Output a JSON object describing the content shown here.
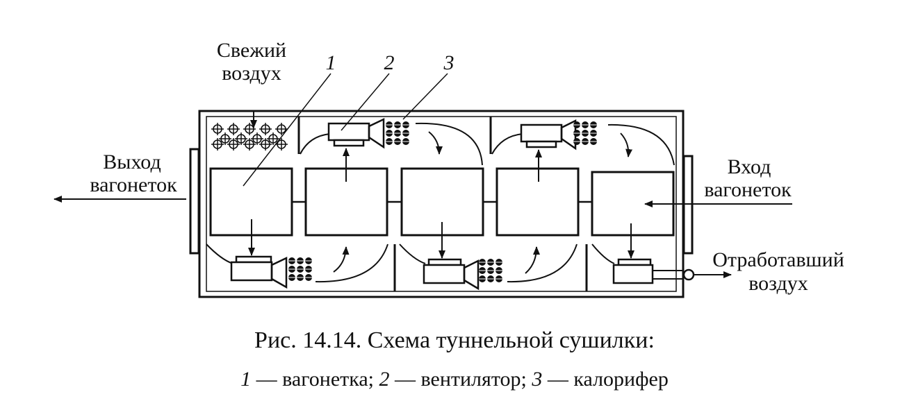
{
  "labels": {
    "fresh_air_1": "Свежий",
    "fresh_air_2": "воздух",
    "exit_1": "Выход",
    "exit_2": "вагонеток",
    "entry_1": "Вход",
    "entry_2": "вагонеток",
    "exhaust_1": "Отработавший",
    "exhaust_2": "воздух",
    "num_1": "1",
    "num_2": "2",
    "num_3": "3"
  },
  "caption": {
    "title": "Рис. 14.14. Схема туннельной сушилки:",
    "legend": {
      "n1": "1",
      "t1": " — вагонетка; ",
      "n2": "2",
      "t2": " — вентилятор; ",
      "n3": "3",
      "t3": " — калорифер"
    }
  }
}
